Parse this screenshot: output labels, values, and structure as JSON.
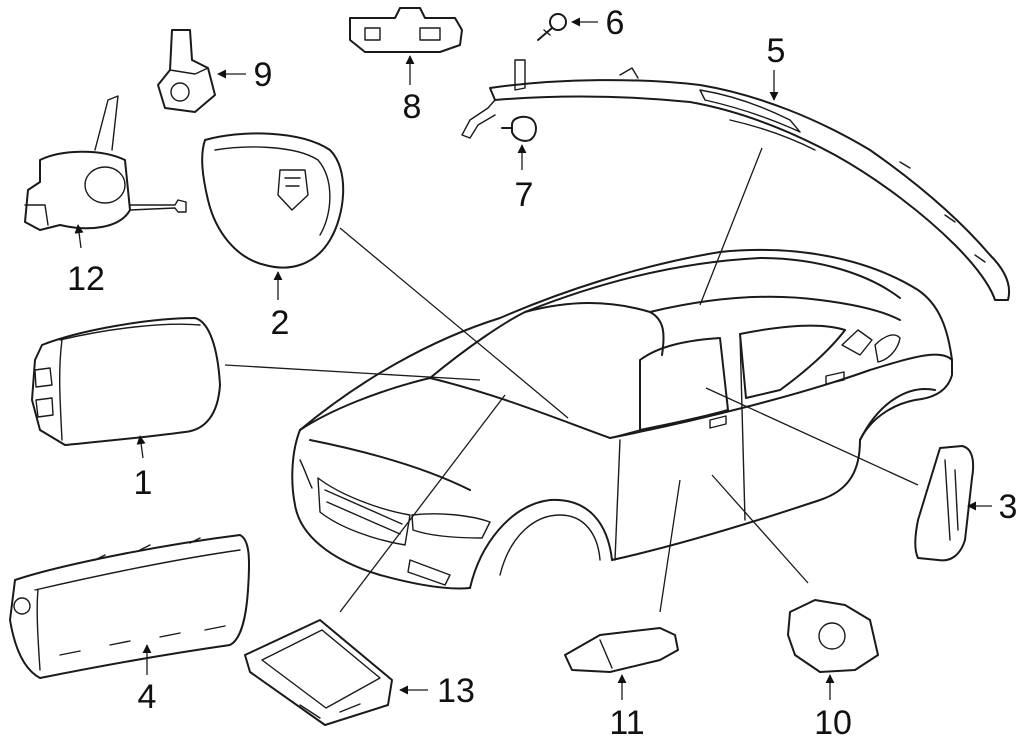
{
  "callouts": {
    "c1": "1",
    "c2": "2",
    "c3": "3",
    "c4": "4",
    "c5": "5",
    "c6": "6",
    "c7": "7",
    "c8": "8",
    "c9": "9",
    "c10": "10",
    "c11": "11",
    "c12": "12",
    "c13": "13"
  },
  "style": {
    "line_color": "#1a1a1a",
    "background": "#ffffff"
  }
}
